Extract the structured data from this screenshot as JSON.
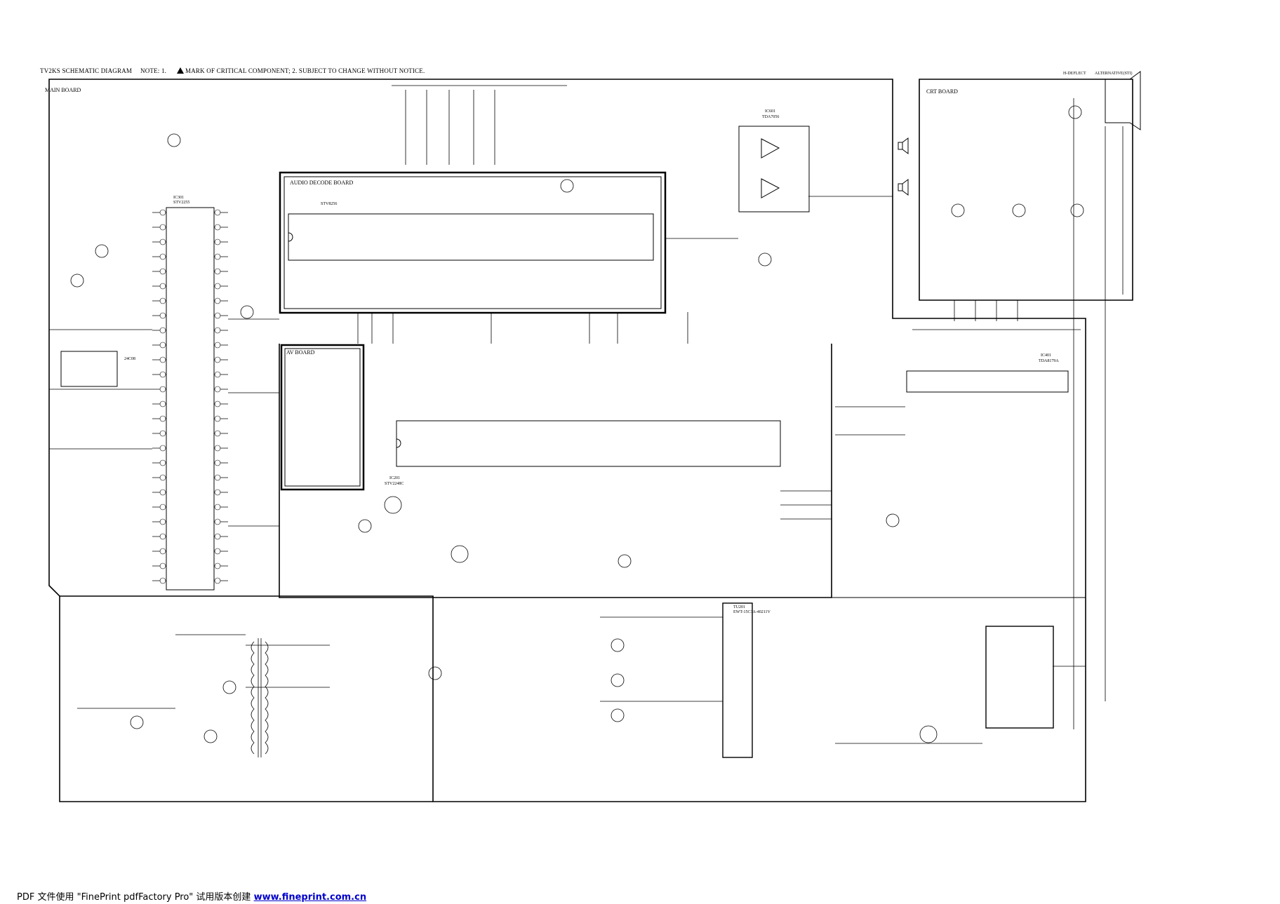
{
  "header": {
    "title": "TV2KS SCHEMATIC DIAGRAM",
    "note": "NOTE: 1.",
    "note_rest": "MARK OF CRITICAL COMPONENT;  2. SUBJECT TO CHANGE WITHOUT NOTICE."
  },
  "sections": {
    "main_board": "MAIN BOARD",
    "crt_board": "CRT BOARD",
    "audio_decode_board": "AUDIO DECODE BOARD",
    "av_board": "AV BOARD"
  },
  "corner_labels": {
    "h_deflect": "H-DEFLECT",
    "alternative": "ALTERNATIVE(STI)"
  },
  "ics": {
    "main_mcu": "STV2255",
    "main_mcu_ref": "IC301",
    "eeprom": "24C08",
    "audio_amp": "TDA7056",
    "audio_amp_ref": "IC601",
    "sound_dec": "STV8256",
    "video_proc": "STV2248C",
    "video_proc_ref": "IC201",
    "vert_ic": "TDA8179A",
    "vert_ic_ref": "IC401",
    "tuner_ref": "TU201",
    "tuner": "EWT-15C3A-40211V"
  },
  "footer": {
    "text": "PDF 文件使用 \"FinePrint pdfFactory Pro\" 试用版本创建 ",
    "link": "www.fineprint.com.cn"
  }
}
